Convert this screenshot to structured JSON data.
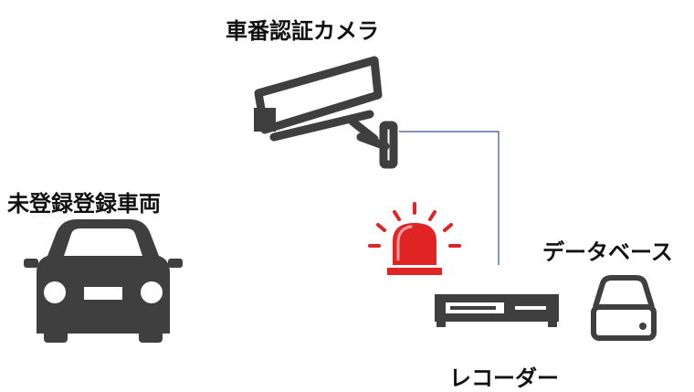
{
  "labels": {
    "camera": "車番認証カメラ",
    "vehicle": "未登録登録車両",
    "database": "データベース",
    "recorder": "レコーダー"
  },
  "colors": {
    "icon": "#3f3f3f",
    "alarm": "#e02424",
    "connector": "#2f4f8f"
  },
  "icons": [
    "security-camera-icon",
    "car-icon",
    "alarm-light-icon",
    "recorder-icon",
    "database-icon"
  ]
}
